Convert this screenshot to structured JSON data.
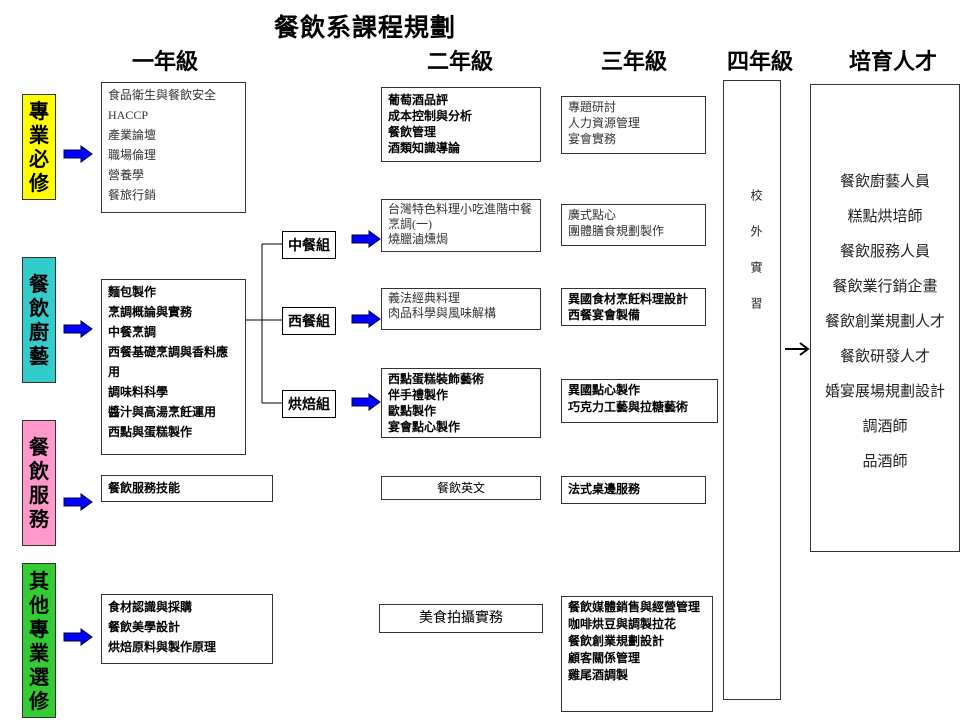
{
  "title": "餐飲系課程規劃",
  "years": [
    "一年級",
    "二年級",
    "三年級",
    "四年級",
    "培育人才"
  ],
  "categories": [
    {
      "label": "專業必修",
      "color": "#ffff00"
    },
    {
      "label": "餐飲廚藝",
      "color": "#33cccc"
    },
    {
      "label": "餐飲服務",
      "color": "#ff99cc"
    },
    {
      "label": "其他專業選修",
      "color": "#33cc33"
    }
  ],
  "groups": [
    "中餐組",
    "西餐組",
    "烘焙組"
  ],
  "year1": {
    "required": [
      "食品衛生與餐飲安全",
      "HACCP",
      "產業論壇",
      "職場倫理",
      "營養學",
      "餐旅行銷"
    ],
    "culinary": [
      "麵包製作",
      "烹調概論與實務",
      "中餐烹調",
      "西餐基礎烹調與香料應用",
      "調味料科學",
      "醬汁與高湯烹飪運用",
      "西點與蛋糕製作"
    ],
    "service": [
      "餐飲服務技能"
    ],
    "elective": [
      "食材認識與採購",
      "餐飲美學設計",
      "烘焙原料與製作原理"
    ]
  },
  "year2": {
    "required": [
      "葡萄酒品評",
      "成本控制與分析",
      "餐飲管理",
      "酒類知識導論"
    ],
    "chinese": [
      "台灣特色料理小吃進階中餐烹調(一)",
      "燒臘滷燻焗"
    ],
    "western": [
      "義法經典料理",
      "肉品科學與風味解構"
    ],
    "bakery": [
      "西點蛋糕裝飾藝術",
      "伴手禮製作",
      "歐點製作",
      "宴會點心製作"
    ],
    "service": [
      "餐飲英文"
    ],
    "elective": [
      "美食拍攝實務"
    ]
  },
  "year3": {
    "required": [
      "專題研討",
      "人力資源管理",
      "宴會實務"
    ],
    "chinese": [
      "廣式點心",
      "團體膳食規劃製作"
    ],
    "western": [
      "異國食材烹飪料理設計",
      "西餐宴會製備"
    ],
    "bakery": [
      "異國點心製作",
      "巧克力工藝與拉糖藝術"
    ],
    "service": [
      "法式桌邊服務"
    ],
    "elective": [
      "餐飲媒體銷售與經營管理",
      "咖啡烘豆與調製拉花",
      "餐飲創業規劃設計",
      "顧客關係管理",
      "雞尾酒調製"
    ]
  },
  "year4": {
    "internship": "校外實習"
  },
  "talents": [
    "餐飲廚藝人員",
    "糕點烘培師",
    "餐飲服務人員",
    "餐飲業行銷企畫",
    "餐飲創業規劃人才",
    "餐飲研發人才",
    "婚宴展場規劃設計",
    "調酒師",
    "品酒師"
  ],
  "colors": {
    "arrow": "#0000ff",
    "arrow_stroke": "#000033"
  }
}
